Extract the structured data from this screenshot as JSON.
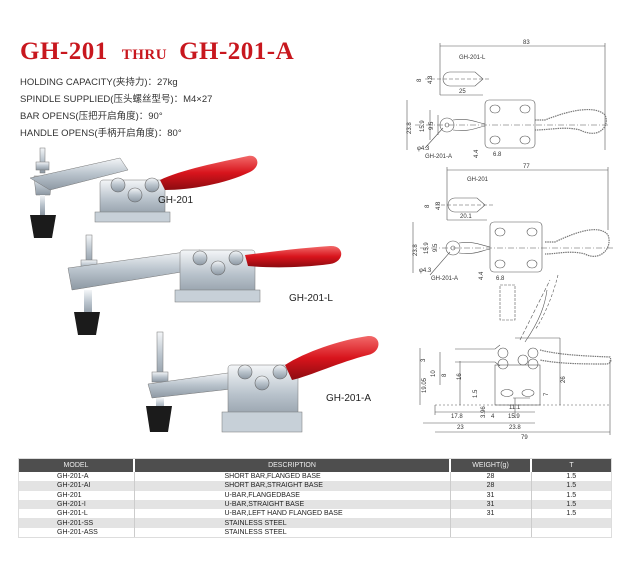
{
  "title": {
    "model_from": "GH-201",
    "thru": "THRU",
    "model_to": "GH-201-A"
  },
  "specs": [
    "HOLDING CAPACITY(夹持力)：27kg",
    "SPINDLE SUPPLIED(压头螺丝型号)：M4×27",
    "BAR OPENS(压把开启角度)：90°",
    "HANDLE OPENS(手柄开启角度)：80°"
  ],
  "products": [
    {
      "label": "GH-201"
    },
    {
      "label": "GH-201-L"
    },
    {
      "label": "GH-201-A"
    }
  ],
  "colors": {
    "title": "#c8171e",
    "handle": "#d8141c",
    "table_header": "#4e4e4e"
  },
  "drawings": {
    "top": {
      "overall": "83",
      "callout_top": "GH-201-L",
      "h8": "8",
      "h48": "4.8",
      "w25": "25",
      "h238": "23.8",
      "h159": "15.9",
      "h95": "9.5",
      "hole": "φ4.3",
      "callout_bottom": "GH-201-A",
      "d44": "4.4",
      "d68": "6.8"
    },
    "middle": {
      "overall": "77",
      "callout_top": "GH-201",
      "h8": "8",
      "h48": "4.8",
      "w201": "20.1",
      "h238": "23.8",
      "h159": "15.9",
      "h95": "9.5",
      "hole": "φ4.3",
      "callout_bottom": "GH-201-A",
      "d44": "4.4",
      "d68": "6.8"
    },
    "side": {
      "d3": "3",
      "d10": "10",
      "d1905": "19.05",
      "d8": "8",
      "d16": "16",
      "d15": "1.5",
      "d7": "7",
      "d26": "26",
      "d111": "11.1",
      "d396": "3.96",
      "d178": "17.8",
      "d4": "4",
      "d159": "15.9",
      "d23": "23",
      "d238": "23.8",
      "d79": "79"
    }
  },
  "table": {
    "headers": [
      "MODEL",
      "DESCRIPTION",
      "WEIGHT(g)",
      "T"
    ],
    "rows": [
      [
        "GH-201-A",
        "SHORT BAR,FLANGED BASE",
        "28",
        "1.5"
      ],
      [
        "GH-201-AI",
        "SHORT BAR,STRAIGHT BASE",
        "28",
        "1.5"
      ],
      [
        "GH-201",
        "U-BAR,FLANGEDBASE",
        "31",
        "1.5"
      ],
      [
        "GH-201-I",
        "U-BAR,STRAIGHT BASE",
        "31",
        "1.5"
      ],
      [
        "GH-201-L",
        "U-BAR,LEFT HAND FLANGED BASE",
        "31",
        "1.5"
      ],
      [
        "GH-201-SS",
        "STAINLESS STEEL",
        "",
        ""
      ],
      [
        "GH-201-ASS",
        "STAINLESS STEEL",
        "",
        ""
      ]
    ]
  }
}
